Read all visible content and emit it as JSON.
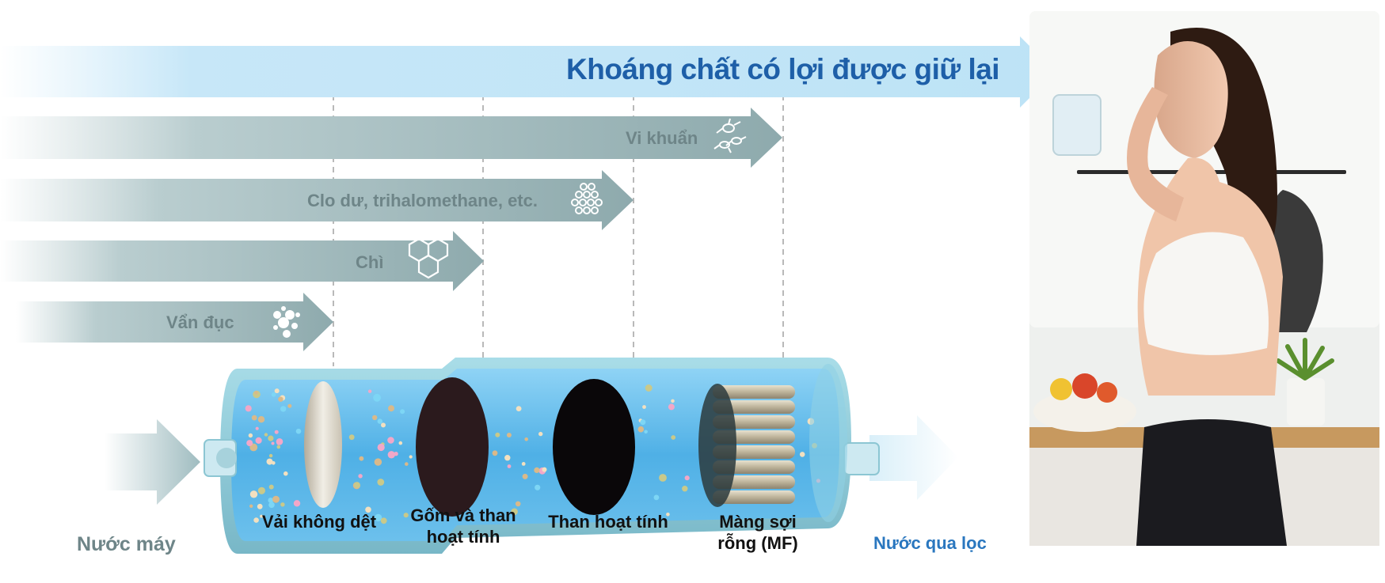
{
  "colors": {
    "mineral_arrow": "#bfe3f6",
    "contaminant_arrow": "#8eaaad",
    "mineral_text": "#1e5fa8",
    "contaminant_text": "#6e8588",
    "input_text": "#6e8588",
    "output_text": "#2a77bf",
    "cartridge_water": "#58b6ea",
    "cartridge_shell": "#7cbfcf"
  },
  "diagram": {
    "minerals_label": "Khoáng chất có lợi được giữ lại",
    "removed": [
      {
        "label": "Vi khuẩn",
        "icon": "bacteria-icon"
      },
      {
        "label": "Clo dư, trihalomethane, etc.",
        "icon": "molecule-cluster-icon"
      },
      {
        "label": "Chì",
        "icon": "hexagon-ring-icon"
      },
      {
        "label": "Vẩn đục",
        "icon": "particles-icon"
      }
    ],
    "stages": [
      {
        "label_lines": [
          "Vải không dệt"
        ]
      },
      {
        "label_lines": [
          "Gốm và than",
          "hoạt tính"
        ]
      },
      {
        "label_lines": [
          "Than hoạt tính"
        ]
      },
      {
        "label_lines": [
          "Màng sợi",
          "rỗng (MF)"
        ]
      }
    ],
    "input_label": "Nước máy",
    "output_label": "Nước qua lọc"
  }
}
